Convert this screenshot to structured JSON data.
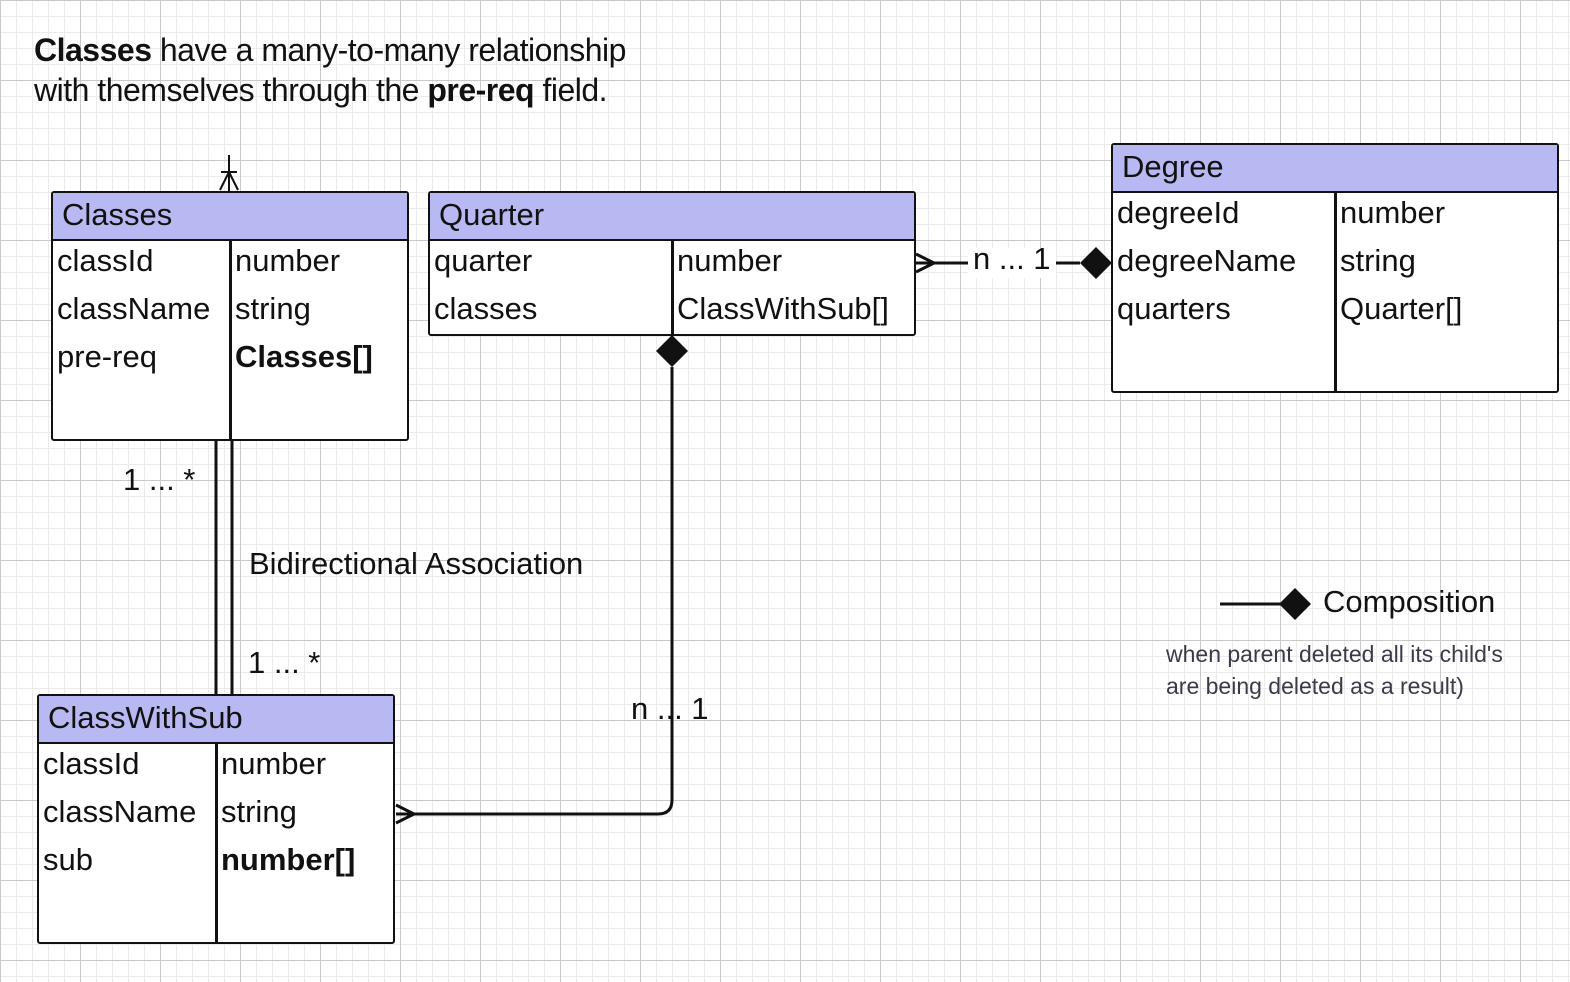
{
  "intro": {
    "part1": "Classes",
    "part2": " have a many-to-many relationship",
    "part3": "with themselves through the ",
    "part4": "pre-req",
    "part5": " field."
  },
  "entities": {
    "classes": {
      "title": "Classes",
      "fields": [
        {
          "name": "classId",
          "type": "number"
        },
        {
          "name": "className",
          "type": "string"
        },
        {
          "name": "pre-req",
          "type": "Classes[]"
        }
      ]
    },
    "quarter": {
      "title": "Quarter",
      "fields": [
        {
          "name": "quarter",
          "type": "number"
        },
        {
          "name": "classes",
          "type": "ClassWithSub[]"
        }
      ]
    },
    "degree": {
      "title": "Degree",
      "fields": [
        {
          "name": "degreeId",
          "type": "number"
        },
        {
          "name": "degreeName",
          "type": "string"
        },
        {
          "name": "quarters",
          "type": "Quarter[]"
        }
      ]
    },
    "classwithsub": {
      "title": "ClassWithSub",
      "fields": [
        {
          "name": "classId",
          "type": "number"
        },
        {
          "name": "className",
          "type": "string"
        },
        {
          "name": "sub",
          "type": "number[]"
        }
      ]
    }
  },
  "relations": {
    "classes_sub_top": "1 ... *",
    "classes_sub_bottom": "1 ... *",
    "bidirectional": "Bidirectional Association",
    "quarter_sub": "n ... 1",
    "quarter_degree": "n ... 1"
  },
  "legend": {
    "title": "Composition",
    "line1": "when parent deleted all its child's",
    "line2": "are being deleted as a result)"
  },
  "colors": {
    "header": "#b8b8f2",
    "line": "#111111",
    "grid": "#c9c9c9"
  }
}
